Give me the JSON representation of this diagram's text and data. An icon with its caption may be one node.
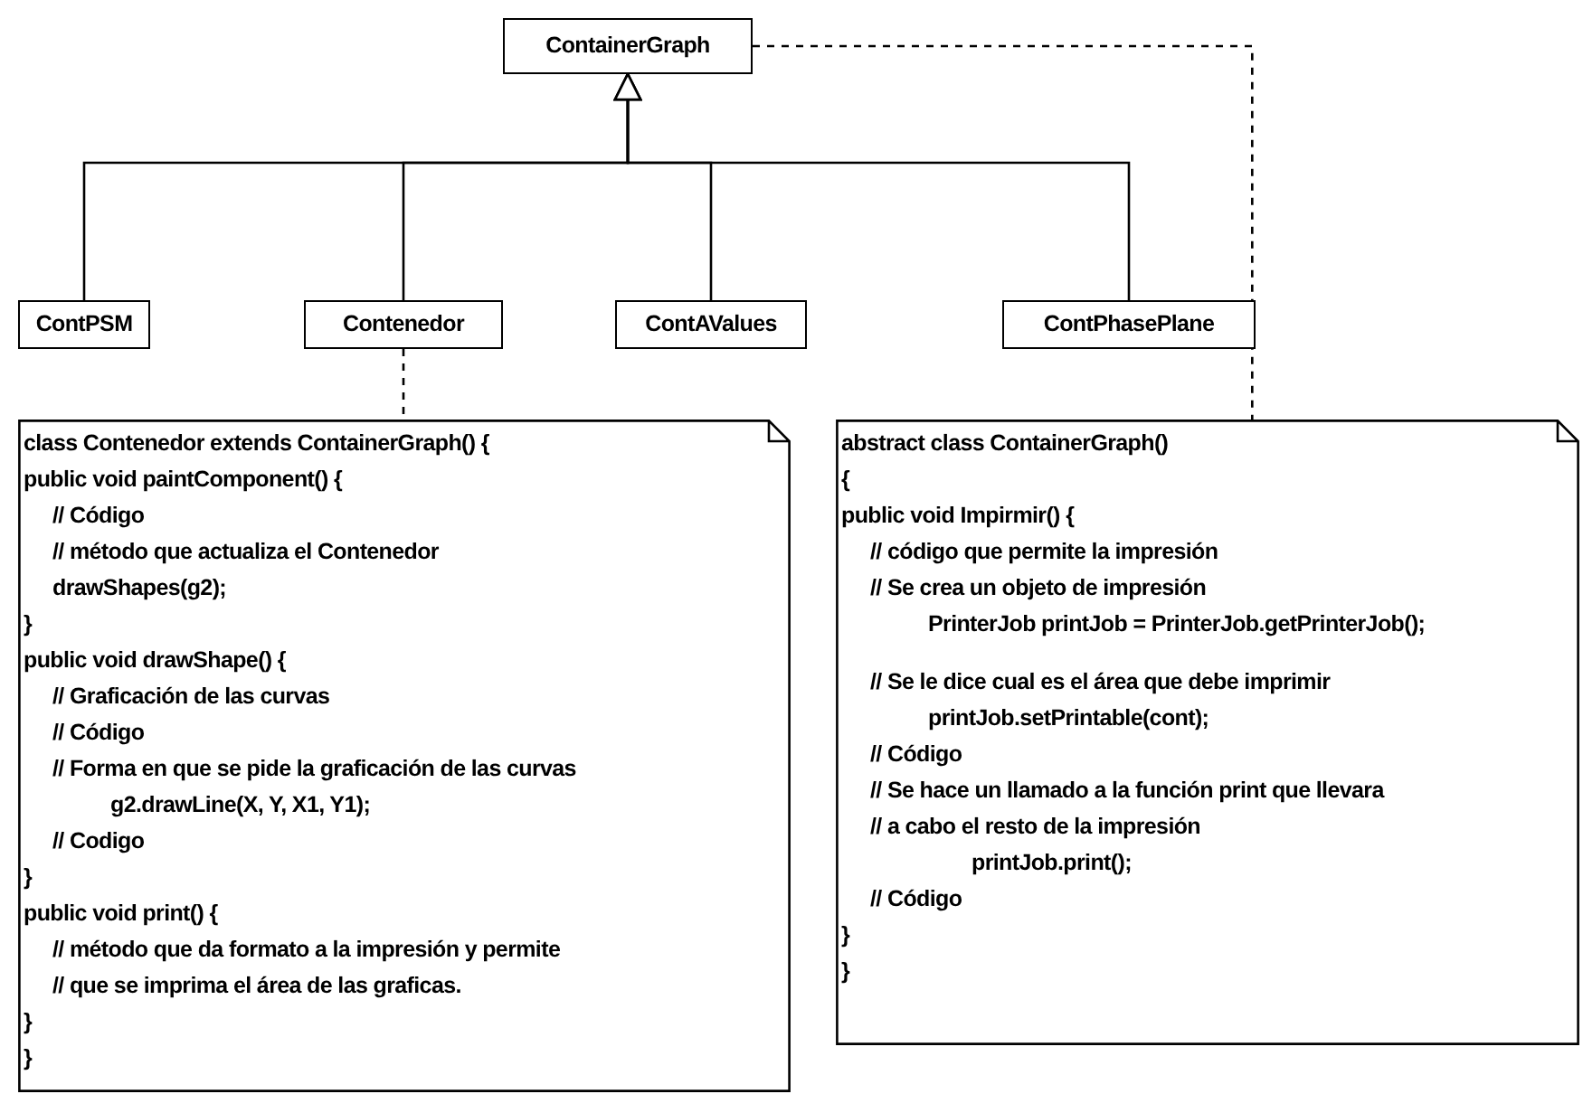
{
  "diagram": {
    "nodes": [
      {
        "text": [
          "ContainerGraph"
        ]
      },
      {
        "text": [
          "ContPSM"
        ]
      },
      {
        "text": [
          "Contenedor"
        ]
      },
      {
        "text": [
          "ContAValues"
        ]
      },
      {
        "text": [
          "ContPhasePlane"
        ]
      },
      {
        "text": [
          "class Contenedor extends ContainerGraph() {",
          "public void paintComponent() {",
          "// Código",
          "// método que actualiza el Contenedor",
          "drawShapes(g2);",
          "}",
          "public void drawShape() {",
          "// Graficación de las curvas",
          "// Código",
          "// Forma en que se pide la graficación de las curvas",
          "g2.drawLine(X, Y, X1, Y1);",
          "// Codigo",
          "}",
          "public void print() {",
          "// método que da formato a la impresión y permite",
          "// que se imprima el área de las graficas.",
          "}",
          "}"
        ]
      },
      {
        "text": [
          "abstract class ContainerGraph()",
          "{",
          "public void Impirmir() {",
          "// código que permite la impresión",
          "// Se crea un objeto de impresión",
          "PrinterJob printJob = PrinterJob.getPrinterJob();",
          "// Se le dice cual es el área que debe imprimir",
          "printJob.setPrintable(cont);",
          "// Código",
          "// Se hace un llamado a la función print que llevara",
          "// a cabo el resto de la impresión",
          "printJob.print();",
          "// Código",
          "}",
          "}"
        ]
      }
    ],
    "edges": [
      {
        "from": 1,
        "to": 0,
        "arrow": "to"
      },
      {
        "from": 2,
        "to": 0,
        "arrow": "to"
      },
      {
        "from": 3,
        "to": 0,
        "arrow": "to"
      },
      {
        "from": 4,
        "to": 0,
        "arrow": "to"
      },
      {
        "from": 2,
        "to": 5,
        "arrow": "none",
        "style": "dashed"
      },
      {
        "from": 0,
        "to": 6,
        "arrow": "none",
        "style": "dashed"
      }
    ]
  }
}
